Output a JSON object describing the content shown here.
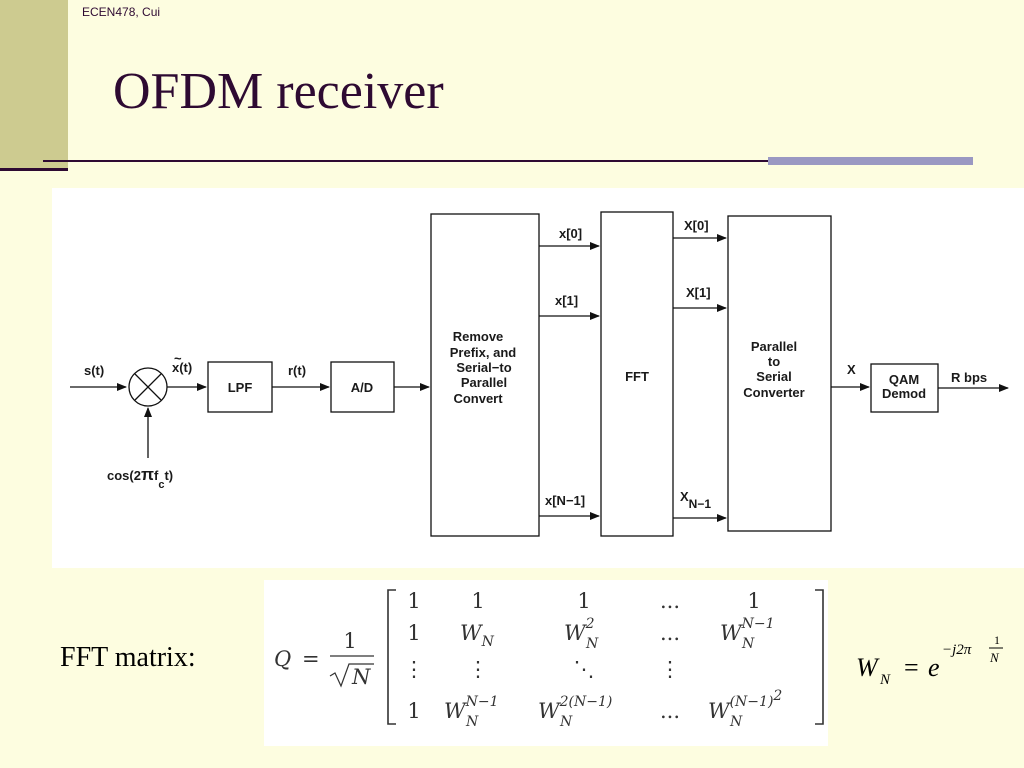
{
  "header": {
    "label": "ECEN478, Cui"
  },
  "slide": {
    "title": "OFDM receiver"
  },
  "diagram": {
    "signal_s": "s(t)",
    "signal_xtilde": "x(t)",
    "signal_r": "r(t)",
    "carrier_prefix": "cos(2",
    "carrier_pi": "π",
    "carrier_f": "f",
    "carrier_sub": "c",
    "carrier_suffix": "t)",
    "block_lpf": "LPF",
    "block_ad": "A/D",
    "block_remove_lines": [
      "Remove",
      "Prefix, and",
      "Serial−to",
      "Parallel",
      "Convert"
    ],
    "block_fft": "FFT",
    "block_p2s_lines": [
      "Parallel",
      "to",
      "Serial",
      "Converter"
    ],
    "block_qam_lines": [
      "QAM",
      "Demod"
    ],
    "in_labels": [
      "x[0]",
      "x[1]",
      "x[N−1]"
    ],
    "out_labels": [
      "X[0]",
      "X[1]"
    ],
    "out_last_main": "X",
    "out_last_sub": "N−1",
    "signal_X": "X",
    "output_rate": "R bps"
  },
  "fft_matrix": {
    "caption": "FFT matrix:",
    "q_symbol": "Q",
    "equals": "=",
    "scale_numerator": "1",
    "scale_denominator": "N",
    "row1": [
      "1",
      "1",
      "1",
      "...",
      "1"
    ],
    "row2": {
      "c1": "1",
      "c2": "W",
      "c2_sub": "N",
      "c3": "W",
      "c3_sup": "2",
      "c3_sub": "N",
      "c4": "...",
      "c5": "W",
      "c5_sup": "N−1",
      "c5_sub": "N"
    },
    "row3": [
      "⋮",
      "⋮",
      "⋱",
      "⋮"
    ],
    "row4": {
      "c1": "1",
      "c2": "W",
      "c2_sup": "N−1",
      "c2_sub": "N",
      "c3": "W",
      "c3_sup": "2(N−1)",
      "c3_sub": "N",
      "c4": "...",
      "c5": "W",
      "c5_sup": "(N−1)",
      "c5_sup2": "2",
      "c5_sub": "N"
    }
  },
  "wn_equation": {
    "w": "W",
    "w_sub": "N",
    "equals": "=",
    "base": "e",
    "exp": "−j2π",
    "frac_num": "1",
    "frac_den": "N"
  },
  "colors": {
    "background": "#fdfde0",
    "sidebar": "#cdcb90",
    "title": "#2e0a32",
    "rule_accent": "#9a98c2"
  }
}
